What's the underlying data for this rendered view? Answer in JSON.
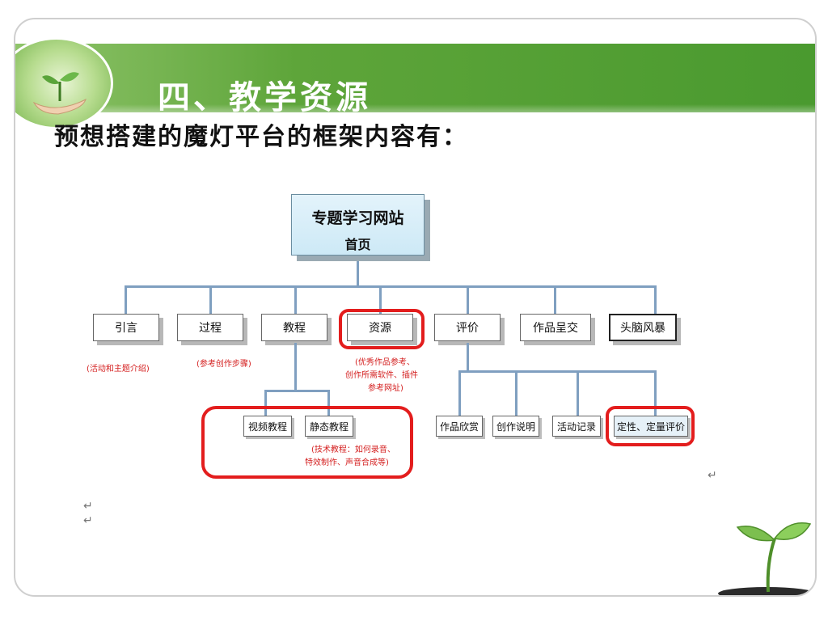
{
  "header": {
    "title": "四、教学资源"
  },
  "body": {
    "intro": "预想搭建的魔灯平台的框架内容有："
  },
  "diagram": {
    "root": {
      "line1": "专题学习网站",
      "line2": "首页"
    },
    "level1": [
      "引言",
      "过程",
      "教程",
      "资源",
      "评价",
      "作品呈交",
      "头脑风暴"
    ],
    "tutorial_children": [
      "视频教程",
      "静态教程"
    ],
    "evaluation_children": [
      "作品欣赏",
      "创作说明",
      "活动记录",
      "定性、定量评价"
    ],
    "notes": {
      "intro_note": "(活动和主题介绍)",
      "process_note": "(参考创作步骤)",
      "resource_note_1": "(优秀作品参考、",
      "resource_note_2": "创作所需软件、插件",
      "resource_note_3": "参考网址)",
      "tutorial_note_1": "(技术教程：如何录音、",
      "tutorial_note_2": "特效制作、声音合成等)"
    },
    "return_mark": "↵"
  },
  "colors": {
    "title_bar": "#4a9a2f",
    "highlight": "#e31d1d",
    "connector": "#7f9fc0"
  }
}
